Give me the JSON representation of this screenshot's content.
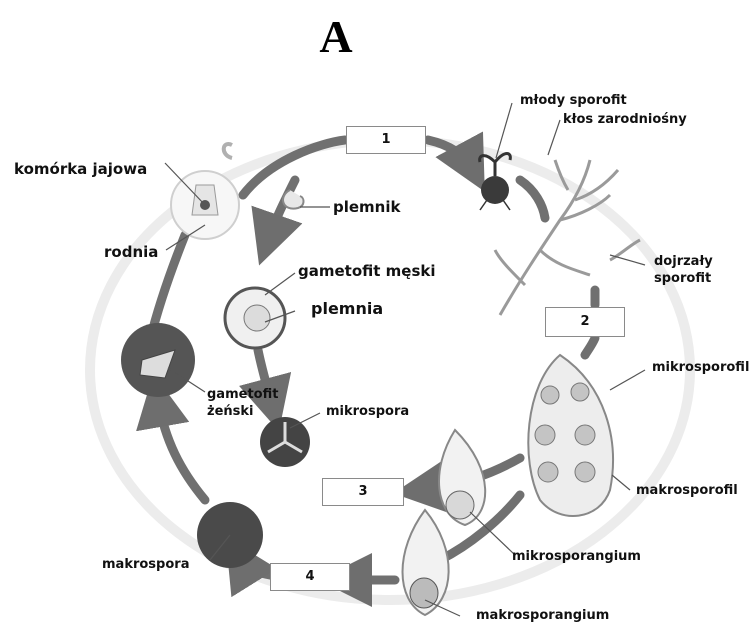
{
  "title": "A",
  "boxes": [
    "1",
    "2",
    "3",
    "4"
  ],
  "labels": {
    "mlody_sporofit": "młody sporofit",
    "klos_zarodniosny": "kłos zarodniośny",
    "komorka_jajowa": "komórka jajowa",
    "plemnik": "plemnik",
    "rodnia": "rodnia",
    "gametofit_meski": "gametofit męski",
    "plemnia": "plemnia",
    "dojrzaly_sporofit_1": "dojrzały",
    "dojrzaly_sporofit_2": "sporofit",
    "mikrosporofil": "mikrosporofil",
    "gametofit_zenski_1": "gametofit",
    "gametofit_zenski_2": "żeński",
    "mikrospora": "mikrospora",
    "makrosporofil": "makrosporofil",
    "mikrosporangium": "mikrosporangium",
    "makrospora": "makrospora",
    "makrosporangium": "makrosporangium"
  }
}
